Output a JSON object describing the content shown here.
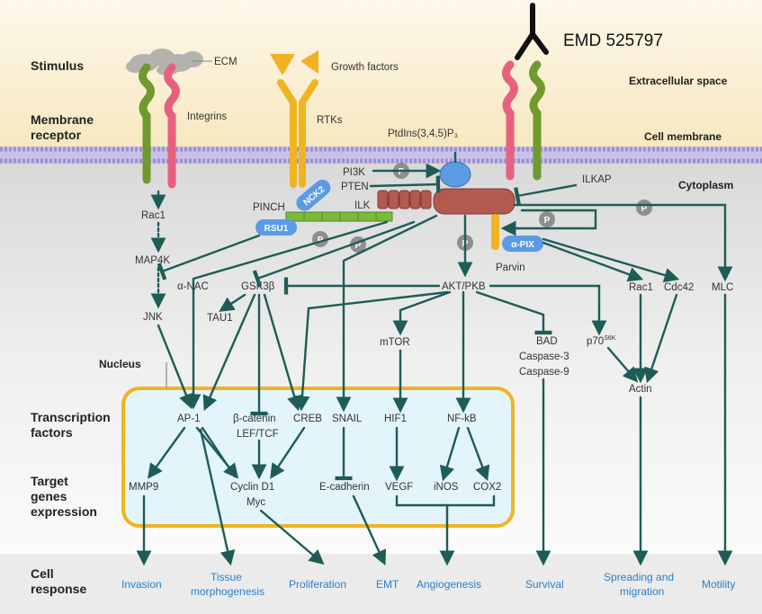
{
  "drug": "EMD 525797",
  "regions": {
    "extracellular": "Extracellular space",
    "membrane": "Cell membrane",
    "cytoplasm": "Cytoplasm",
    "nucleus": "Nucleus"
  },
  "rows": {
    "stimulus": "Stimulus",
    "receptor_1": "Membrane",
    "receptor_2": "receptor",
    "tf_1": "Transcription",
    "tf_2": "factors",
    "genes_1": "Target",
    "genes_2": "genes",
    "genes_3": "expression",
    "resp_1": "Cell",
    "resp_2": "response"
  },
  "labels": {
    "ecm": "ECM",
    "integrins": "Integrins",
    "growth_factors": "Growth factors",
    "rtks": "RTKs",
    "ptdins": "PtdIns(3,4,5)P₃",
    "pi3k": "PI3K",
    "pten": "PTEN",
    "ilkap": "ILKAP",
    "pinch": "PINCH",
    "ilk": "ILK",
    "nck2": "NCK2",
    "rsu1": "RSU1",
    "alpha_pix": "α-PIX",
    "parvin": "Parvin",
    "phospho": "P",
    "rac1": "Rac1",
    "map4k": "MAP4K",
    "jnk": "JNK",
    "alpha_nac": "α-NAC",
    "gsk3b": "GSK3β",
    "tau1": "TAU1",
    "akt": "AKT/PKB",
    "mtor": "mTOR",
    "bad": "BAD",
    "casp3": "Caspase-3",
    "casp9": "Caspase-9",
    "p70": "p70",
    "p70_sup": "S6K",
    "rac1b": "Rac1",
    "cdc42": "Cdc42",
    "mlc": "MLC",
    "actin": "Actin",
    "ap1": "AP-1",
    "bcat": "β-catenin",
    "leftcf": "LEF/TCF",
    "creb": "CREB",
    "snail": "SNAIL",
    "hif1": "HIF1",
    "nfkb": "NF-kB",
    "mmp9": "MMP9",
    "cyclind1": "Cyclin D1",
    "myc": "Myc",
    "ecad": "E-cadherin",
    "vegf": "VEGF",
    "inos": "iNOS",
    "cox2": "COX2"
  },
  "responses": {
    "invasion": "Invasion",
    "tissue_1": "Tissue",
    "tissue_2": "morphogenesis",
    "proliferation": "Proliferation",
    "emt": "EMT",
    "angiogenesis": "Angiogenesis",
    "survival": "Survival",
    "spreading_1": "Spreading and",
    "spreading_2": "migration",
    "motility": "Motility"
  },
  "colors": {
    "arrow": "#1e5c57",
    "nucleus_fill": "#e3f4fa",
    "nucleus_border": "#f0b321",
    "membrane": "#b8aee0",
    "ilk": "#b35a50",
    "pinch": "#7cba3c",
    "blue_protein": "#5b9be3",
    "rtk": "#f0b321",
    "integrin_green": "#6e9a2e",
    "integrin_pink": "#e8607e",
    "response_text": "#2a7fc9",
    "p_circle": "#8e8e8e"
  }
}
